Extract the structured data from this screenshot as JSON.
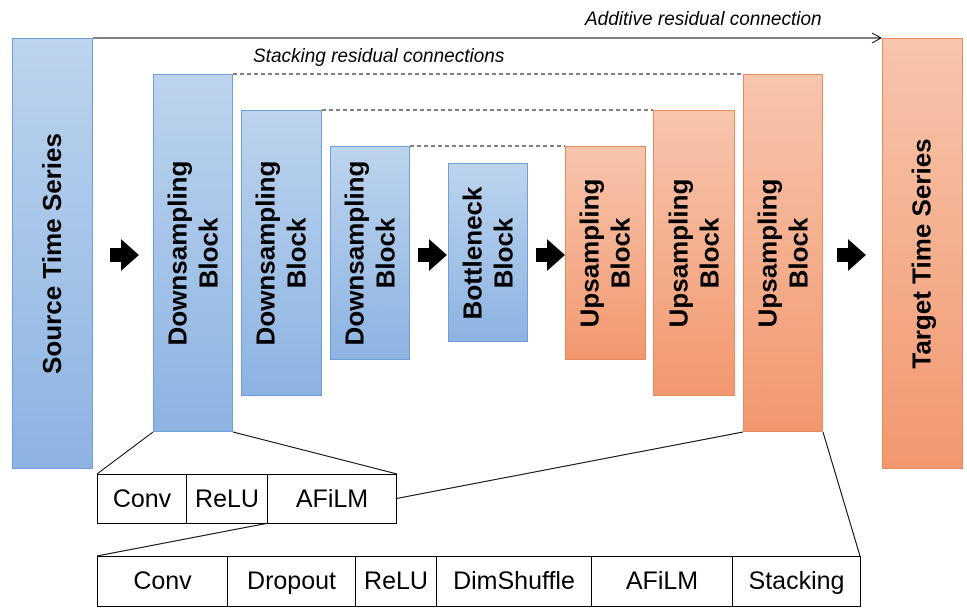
{
  "labels": {
    "additive": "Additive residual connection",
    "stacking": "Stacking residual connections"
  },
  "blocks": {
    "source": {
      "line1": "Source Time  Series",
      "color": "#9dbfe6"
    },
    "down1": {
      "line1": "Downsampling",
      "line2": "Block"
    },
    "down2": {
      "line1": "Downsampling",
      "line2": "Block"
    },
    "down3": {
      "line1": "Downsampling",
      "line2": "Block"
    },
    "bottleneck": {
      "line1": "Bottleneck",
      "line2": "Block"
    },
    "up1": {
      "line1": "Upsampling",
      "line2": "Block"
    },
    "up2": {
      "line1": "Upsampling",
      "line2": "Block"
    },
    "up3": {
      "line1": "Upsampling",
      "line2": "Block"
    },
    "target": {
      "line1": "Target Time  Series",
      "color": "#f4a988"
    }
  },
  "down_detail": [
    "Conv",
    "ReLU",
    "AFiLM"
  ],
  "up_detail": [
    "Conv",
    "Dropout",
    "ReLU",
    "DimShuffle",
    "AFiLM",
    "Stacking"
  ]
}
